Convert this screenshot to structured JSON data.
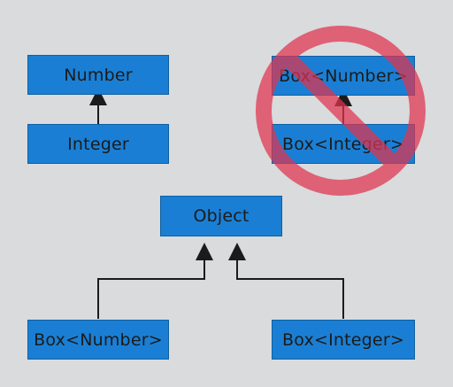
{
  "left_group": {
    "top_box": "Number",
    "bottom_box": "Integer"
  },
  "right_group": {
    "top_box": "Box<Number>",
    "bottom_box": "Box<Integer>",
    "prohibited": true
  },
  "bottom_group": {
    "parent_box": "Object",
    "left_child_box": "Box<Number>",
    "right_child_box": "Box<Integer>"
  },
  "colors": {
    "background": "#d9dbdd",
    "box_fill": "#1a7fd4",
    "box_border": "#0f5f9f",
    "arrow": "#1b1b1b",
    "prohibition_sign": "#e0334e"
  },
  "icons": {
    "prohibition": "no-symbol-icon"
  }
}
